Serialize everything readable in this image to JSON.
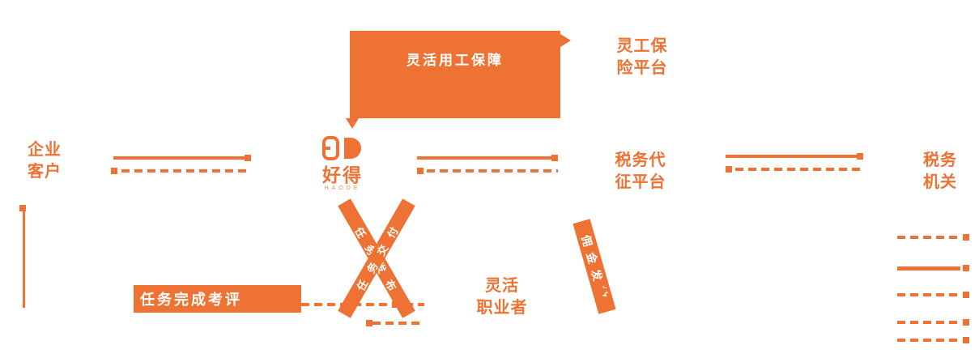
{
  "colors": {
    "accent": "#ED7233",
    "text_on_accent": "#FFFFFF"
  },
  "top_box": {
    "label": "灵活用工保障"
  },
  "brand": {
    "name": "好得",
    "subtext": "HAODE"
  },
  "nodes": {
    "insurance_platform": {
      "line1": "灵工保",
      "line2": "险平台"
    },
    "enterprise": {
      "line1": "企业",
      "line2": "客户"
    },
    "tax_agent": {
      "line1": "税务代",
      "line2": "征平台"
    },
    "tax_authority": {
      "line1": "税务",
      "line2": "机关"
    },
    "worker": {
      "line1": "灵活",
      "line2": "职业者"
    }
  },
  "task_bar": {
    "label": "任务完成考评"
  },
  "flows": {
    "diagonal_out": "任务发布",
    "diagonal_back": "任务交付",
    "commission": "佣金发放"
  }
}
